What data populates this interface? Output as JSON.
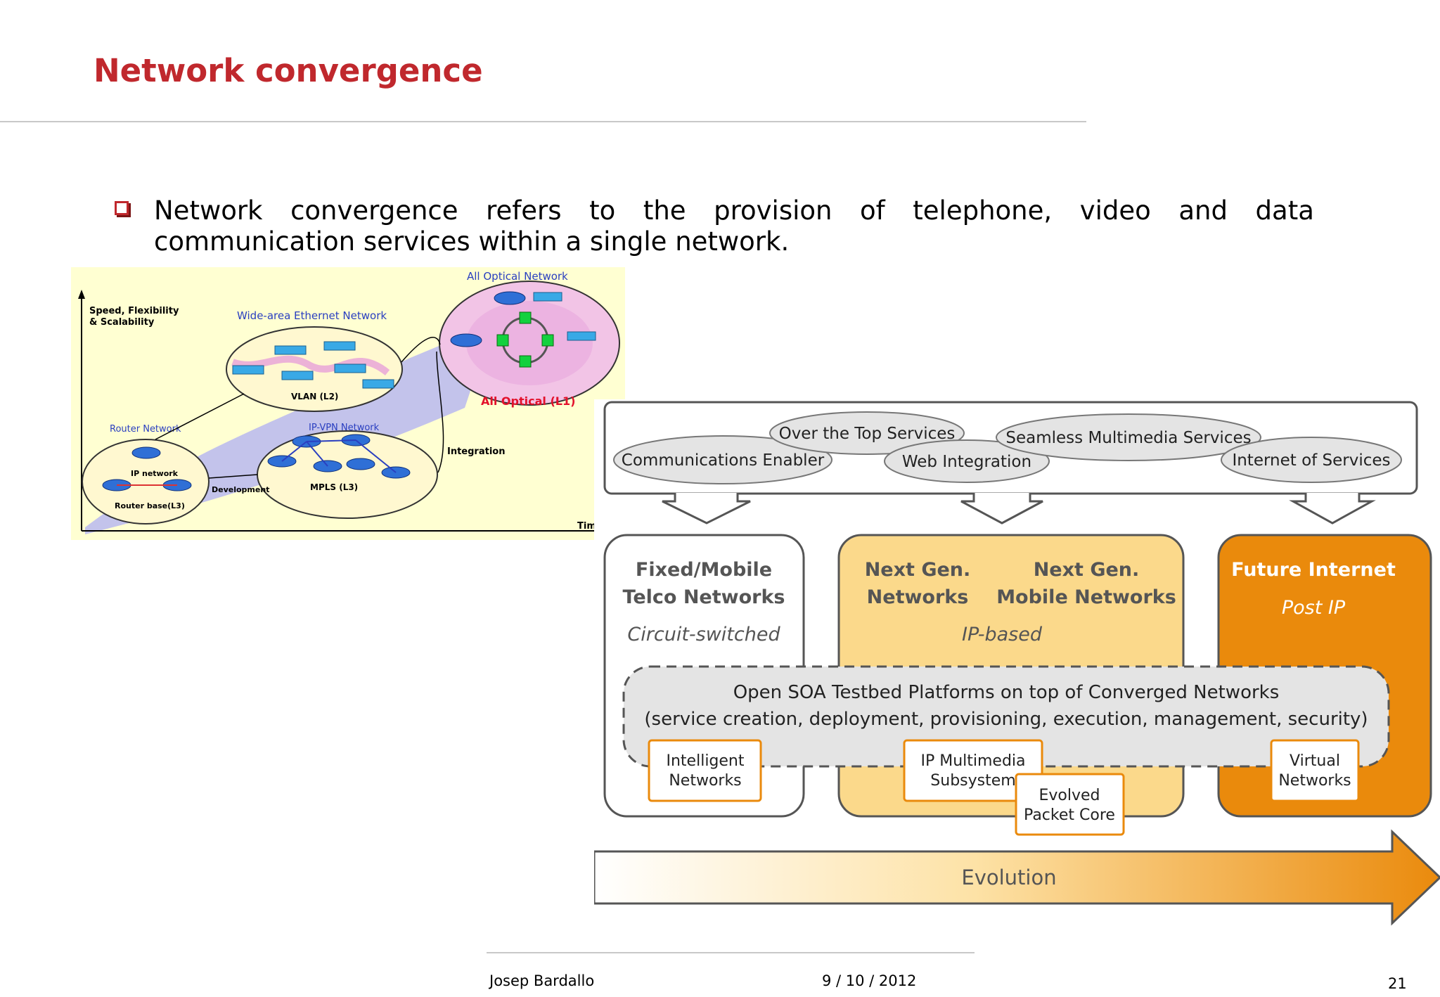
{
  "slide": {
    "title": "Network convergence",
    "bullet_line1_words": [
      "Network",
      "convergence",
      "refers",
      "to",
      "the",
      "provision",
      "of",
      "telephone,",
      "video",
      "and",
      "data"
    ],
    "bullet_line2": "communication services within a single network."
  },
  "figure_left": {
    "y_axis_label_1": "Speed, Flexibility",
    "y_axis_label_2": "& Scalability",
    "x_axis_label": "Tim",
    "ethernet_title": "Wide-area Ethernet Network",
    "vlan_label": "VLAN (L2)",
    "optical_title": "All Optical Network",
    "optical_label": "All Optical (L1)",
    "router_title": "Router Network",
    "router_inner": "IP network",
    "router_label": "Router base(L3)",
    "ipvpn_title": "IP-VPN Network",
    "mpls_label": "MPLS (L3)",
    "development_label": "Development",
    "integration_label": "Integration"
  },
  "figure_right": {
    "service_bubbles": [
      "Communications Enabler",
      "Over the Top Services",
      "Web Integration",
      "Seamless Multimedia Services",
      "Internet of Services"
    ],
    "fixed_title_1": "Fixed/Mobile",
    "fixed_title_2": "Telco Networks",
    "fixed_sub": "Circuit-switched",
    "ngn_title_1": "Next Gen.",
    "ngn_title_2": "Networks",
    "ngmn_title_1": "Next Gen.",
    "ngmn_title_2": "Mobile Networks",
    "ip_sub": "IP-based",
    "future_title": "Future Internet",
    "future_sub": "Post IP",
    "soa_line1": "Open SOA Testbed Platforms on top of Converged Networks",
    "soa_line2": "(service creation, deployment, provisioning, execution, management, security)",
    "intelligent_1": "Intelligent",
    "intelligent_2": "Networks",
    "ims_1": "IP Multimedia",
    "ims_2": "Subsystem",
    "epc_1": "Evolved",
    "epc_2": "Packet Core",
    "virtual_1": "Virtual",
    "virtual_2": "Networks",
    "evolution": "Evolution"
  },
  "footer": {
    "author": "Josep Bardallo",
    "date": "9 / 10 / 2012",
    "page": "21"
  },
  "colors": {
    "title_red": "#c0282d",
    "orange": "#ea8a0c",
    "light_orange": "#fbd98b"
  }
}
